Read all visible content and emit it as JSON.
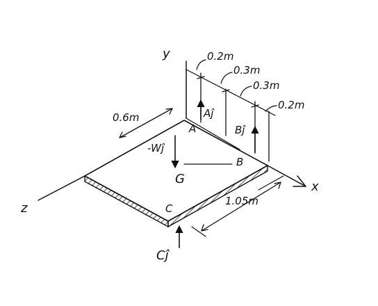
{
  "axes": {
    "y": "y",
    "x": "x",
    "z": "z"
  },
  "points": {
    "A": "A",
    "B": "B",
    "C": "C",
    "G": "G"
  },
  "forces": {
    "A": "Aĵ",
    "B": "Bĵ",
    "C": "Cĵ",
    "W": "-Wĵ"
  },
  "dimensions": {
    "d1": "0.2m",
    "d2": "0.3m",
    "d3": "0.3m",
    "d4": "0.2m",
    "width_z": "0.6m",
    "length_x": "1.05m"
  }
}
